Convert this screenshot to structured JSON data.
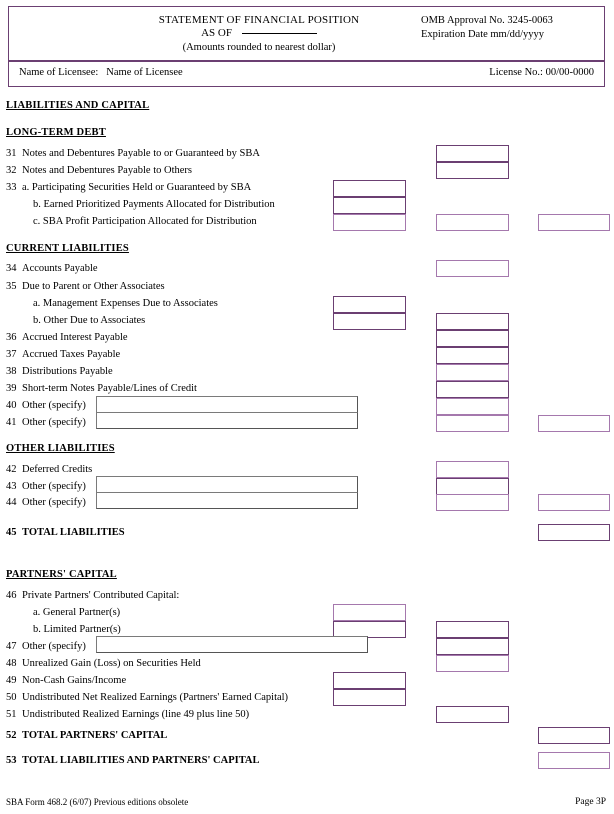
{
  "header": {
    "title": "STATEMENT OF FINANCIAL POSITION",
    "as_of_label": "AS OF",
    "amounts_note": "(Amounts rounded to nearest dollar)",
    "omb_approval": "OMB Approval No. 3245-0063",
    "expiration": "Expiration Date  mm/dd/yyyy",
    "licensee_label": "Name of Licensee:",
    "licensee_value": "Name of Licensee",
    "license_no_label": "License No.:",
    "license_no_value": "00/00-0000"
  },
  "sections": {
    "liabilities_and_capital": "LIABILITIES AND CAPITAL",
    "long_term_debt": "LONG-TERM DEBT",
    "current_liabilities": "CURRENT LIABILITIES",
    "other_liabilities": "OTHER LIABILITIES",
    "partners_capital": "PARTNERS' CAPITAL"
  },
  "lines": {
    "l31_num": "31",
    "l31_txt": "Notes and Debentures Payable to or Guaranteed by SBA",
    "l32_num": "32",
    "l32_txt": "Notes and Debentures Payable to Others",
    "l33_num": "33",
    "l33_txt": "a. Participating Securities Held or Guaranteed by SBA",
    "l33b_txt": "b. Earned Prioritized Payments Allocated for Distribution",
    "l33c_txt": "c. SBA Profit Participation Allocated for Distribution",
    "l34_num": "34",
    "l34_txt": "Accounts Payable",
    "l35_num": "35",
    "l35_txt": "Due to Parent or Other Associates",
    "l35a_txt": "a.  Management Expenses Due to Associates",
    "l35b_txt": "b. Other Due to Associates",
    "l36_num": "36",
    "l36_txt": "Accrued Interest Payable",
    "l37_num": "37",
    "l37_txt": "Accrued Taxes Payable",
    "l38_num": "38",
    "l38_txt": "Distributions Payable",
    "l39_num": "39",
    "l39_txt": "Short-term Notes Payable/Lines of Credit",
    "l40_num": "40",
    "l40_txt": "Other (specify)",
    "l41_num": "41",
    "l41_txt": "Other (specify)",
    "l42_num": "42",
    "l42_txt": "Deferred Credits",
    "l43_num": "43",
    "l43_txt": "Other (specify)",
    "l44_num": "44",
    "l44_txt": "Other (specify)",
    "l45_num": "45",
    "l45_txt": "TOTAL LIABILITIES",
    "l46_num": "46",
    "l46_txt": "Private Partners' Contributed Capital:",
    "l46a_txt": "a.  General Partner(s)",
    "l46b_txt": "b.  Limited Partner(s)",
    "l47_num": "47",
    "l47_txt": "Other (specify)",
    "l48_num": "48",
    "l48_txt": "Unrealized Gain (Loss) on Securities Held",
    "l49_num": "49",
    "l49_txt": "Non-Cash Gains/Income",
    "l50_num": "50",
    "l50_txt": "Undistributed Net Realized Earnings (Partners' Earned Capital)",
    "l51_num": "51",
    "l51_txt": "Undistributed Realized Earnings (line 49 plus line 50)",
    "l52_num": "52",
    "l52_txt": "TOTAL PARTNERS' CAPITAL",
    "l53_num": "53",
    "l53_txt": "TOTAL LIABILITIES AND  PARTNERS' CAPITAL"
  },
  "fields": {
    "l40_specify": "",
    "l41_specify": "",
    "l43_specify": "",
    "l44_specify": "",
    "l47_specify": "",
    "amount_placeholder": ""
  },
  "footer": {
    "form_id": "SBA Form 468.2 (6/07) Previous editions obsolete",
    "page": "Page 3P"
  },
  "colors": {
    "border_dark": "#6b3f72",
    "border_light": "#a578ad",
    "text_field_border": "#7a7a7a"
  }
}
